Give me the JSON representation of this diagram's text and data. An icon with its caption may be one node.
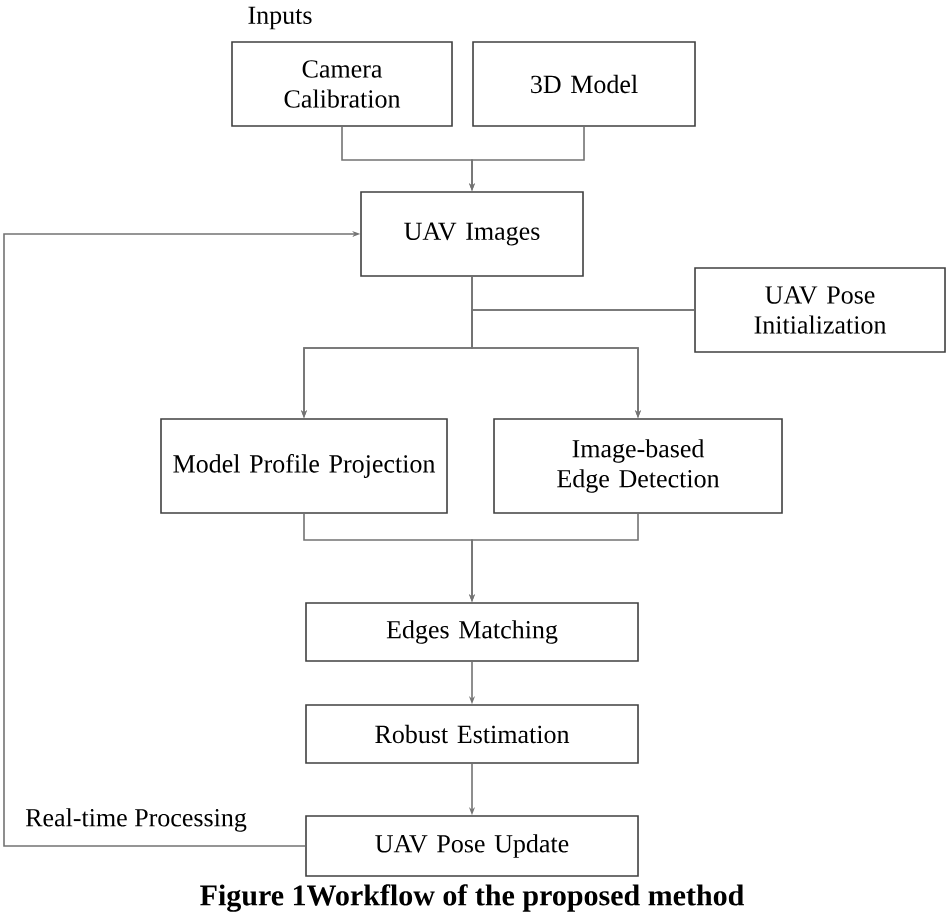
{
  "diagram": {
    "caption": "Figure 1Workflow of the proposed method",
    "nodes": [
      {
        "text": [
          "Camera Calibration"
        ]
      },
      {
        "text": [
          "3D Model"
        ]
      },
      {
        "text": [
          "UAV Images"
        ]
      },
      {
        "text": [
          "UAV Pose Initialization"
        ]
      },
      {
        "text": [
          "Model Profile Projection"
        ]
      },
      {
        "text": [
          "Image-based Edge Detection"
        ]
      },
      {
        "text": [
          "Edges Matching"
        ]
      },
      {
        "text": [
          "Robust Estimation"
        ]
      },
      {
        "text": [
          "UAV Pose Update"
        ]
      }
    ],
    "edges": [
      {
        "from": 0,
        "to": 2,
        "arrow": "to"
      },
      {
        "from": 1,
        "to": 2,
        "arrow": "to"
      },
      {
        "from": 2,
        "to": 4,
        "arrow": "to"
      },
      {
        "from": 2,
        "to": 5,
        "arrow": "to"
      },
      {
        "from": 3,
        "to": 4,
        "arrow": "to"
      },
      {
        "from": 3,
        "to": 5,
        "arrow": "to"
      },
      {
        "from": 4,
        "to": 6,
        "arrow": "to"
      },
      {
        "from": 5,
        "to": 6,
        "arrow": "to"
      },
      {
        "from": 6,
        "to": 7,
        "arrow": "to"
      },
      {
        "from": 7,
        "to": 8,
        "arrow": "to"
      },
      {
        "from": 8,
        "to": 2,
        "arrow": "to",
        "label": "Real-time Processing"
      }
    ],
    "labels": [
      "Inputs"
    ]
  }
}
